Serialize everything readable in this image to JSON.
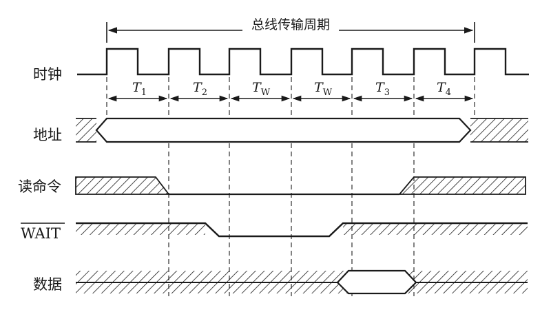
{
  "title": "总线传输周期",
  "signals": {
    "clock": "时钟",
    "address": "地址",
    "read": "读命令",
    "wait": "WAIT",
    "data": "数据"
  },
  "periods": [
    {
      "main": "T",
      "sub": "1"
    },
    {
      "main": "T",
      "sub": "2"
    },
    {
      "main": "T",
      "sub": "W"
    },
    {
      "main": "T",
      "sub": "W"
    },
    {
      "main": "T",
      "sub": "3"
    },
    {
      "main": "T",
      "sub": "4"
    }
  ]
}
